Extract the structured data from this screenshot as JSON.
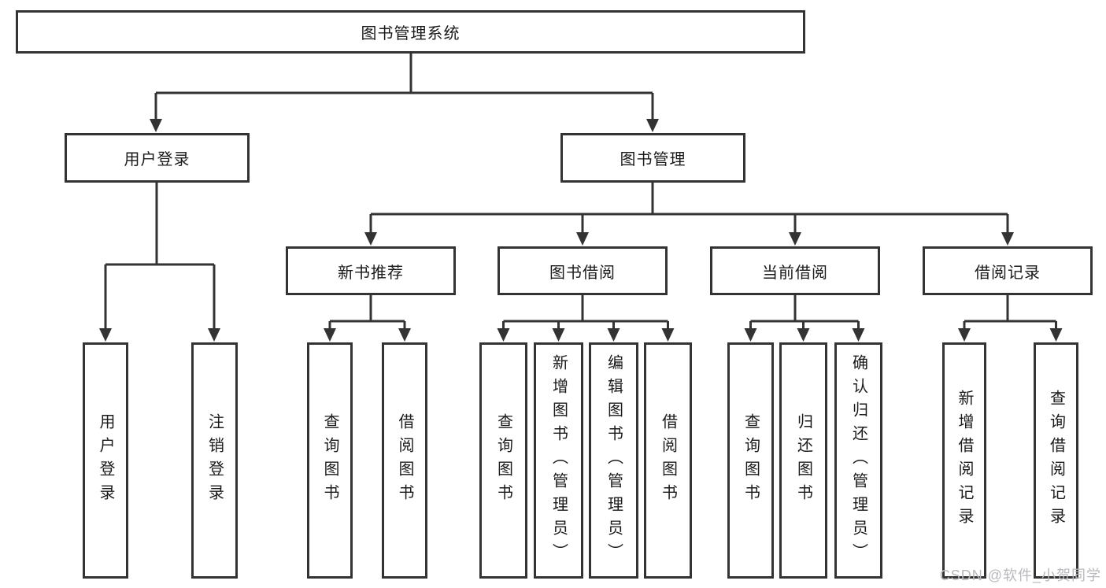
{
  "diagram": {
    "root": {
      "label": "图书管理系统"
    },
    "level2": [
      {
        "label": "用户登录"
      },
      {
        "label": "图书管理"
      }
    ],
    "level3": [
      {
        "label": "新书推荐"
      },
      {
        "label": "图书借阅"
      },
      {
        "label": "当前借阅"
      },
      {
        "label": "借阅记录"
      }
    ],
    "leaves": [
      {
        "label": "用户登录"
      },
      {
        "label": "注销登录"
      },
      {
        "label": "查询图书"
      },
      {
        "label": "借阅图书"
      },
      {
        "label": "查询图书"
      },
      {
        "label": "新增图书（管理员）"
      },
      {
        "label": "编辑图书（管理员）"
      },
      {
        "label": "借阅图书"
      },
      {
        "label": "查询图书"
      },
      {
        "label": "归还图书"
      },
      {
        "label": "确认归还（管理员）"
      },
      {
        "label": "新增借阅记录"
      },
      {
        "label": "查询借阅记录"
      }
    ]
  },
  "watermark": {
    "text": "CSDN @软件_小贺同学"
  },
  "colors": {
    "line": "#333333",
    "text": "#1a1a1a",
    "watermark": "#b9b9bd",
    "background": "#ffffff"
  }
}
